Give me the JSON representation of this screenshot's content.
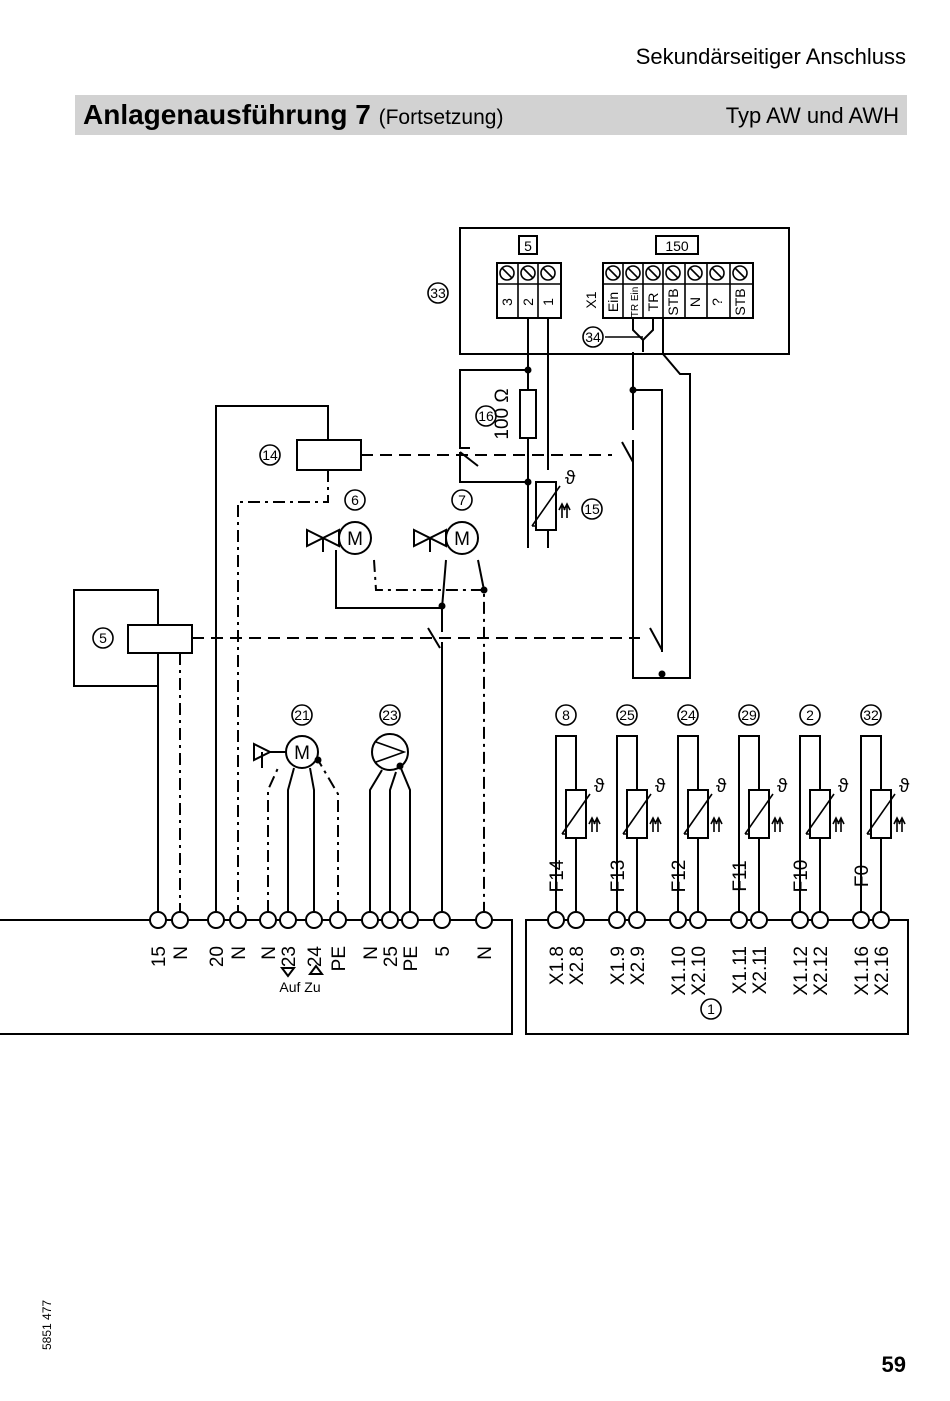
{
  "header": {
    "section": "Sekundärseitiger Anschluss",
    "title": "Anlagenausführung 7",
    "subtitle": "(Fortsetzung)",
    "type": "Typ AW und AWH"
  },
  "footer": {
    "doc_number": "5851 477",
    "page": "59"
  },
  "diagram": {
    "callouts": [
      "33",
      "34",
      "14",
      "16",
      "15",
      "6",
      "7",
      "5",
      "21",
      "23",
      "8",
      "25",
      "24",
      "29",
      "2",
      "32",
      "1"
    ],
    "plug5_label": "5",
    "plug5_pins": [
      "3",
      "2",
      "1"
    ],
    "plug150_label": "150",
    "plug150_x1": "X1",
    "plug150_pins": [
      "Ein",
      "TR Ein",
      "TR",
      "STB",
      "N",
      "?",
      "STB"
    ],
    "resistor_value": "100 Ω",
    "motor_symbol": "M",
    "theta_symbol": "ϑ",
    "left_terminals": [
      "15",
      "N",
      "20",
      "N",
      "N",
      "23",
      "24",
      "PE",
      "N",
      "25",
      "PE",
      "5",
      "N"
    ],
    "auf_zu": "Auf Zu",
    "sensor_labels": [
      "F14",
      "F13",
      "F12",
      "F11",
      "F10",
      "F0"
    ],
    "right_terminals": [
      "X1.8",
      "X2.8",
      "X1.9",
      "X2.9",
      "X1.10",
      "X2.10",
      "X1.11",
      "X2.11",
      "X1.12",
      "X2.12",
      "X1.16",
      "X2.16"
    ]
  }
}
